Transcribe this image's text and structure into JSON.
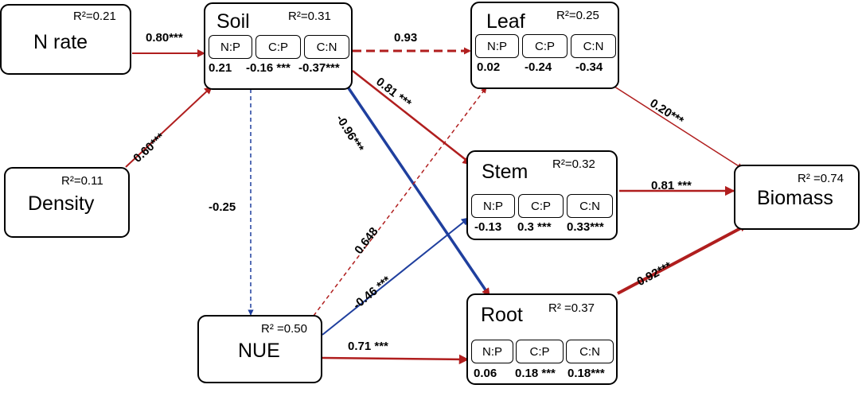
{
  "colors": {
    "positive": "#b01e1e",
    "negative": "#1f3f9e",
    "border": "#000000"
  },
  "nodes": {
    "n_rate": {
      "name": "N rate",
      "r2": "R²=0.21"
    },
    "density": {
      "name": "Density",
      "r2": "R²=0.11"
    },
    "soil": {
      "name": "Soil",
      "r2": "R²=0.31",
      "cells": [
        "N:P",
        "C:P",
        "C:N"
      ],
      "coefs": [
        "0.21",
        "-0.16 ***",
        "-0.37***"
      ]
    },
    "leaf": {
      "name": "Leaf",
      "r2": "R²=0.25",
      "cells": [
        "N:P",
        "C:P",
        "C:N"
      ],
      "coefs": [
        "0.02",
        "-0.24",
        "-0.34"
      ]
    },
    "stem": {
      "name": "Stem",
      "r2": "R²=0.32",
      "cells": [
        "N:P",
        "C:P",
        "C:N"
      ],
      "coefs": [
        "-0.13",
        "0.3 ***",
        "0.33***"
      ]
    },
    "root": {
      "name": "Root",
      "r2": "R² =0.37",
      "cells": [
        "N:P",
        "C:P",
        "C:N"
      ],
      "coefs": [
        "0.06",
        "0.18 ***",
        "0.18***"
      ]
    },
    "nue": {
      "name": "NUE",
      "r2": "R² =0.50"
    },
    "biomass": {
      "name": "Biomass",
      "r2": "R² =0.74"
    }
  },
  "paths": {
    "nrate_soil": "0.80***",
    "density_soil": "0.60***",
    "soil_leaf": "0.93",
    "soil_stem": "0.81 ***",
    "soil_root": "-0.96***",
    "soil_nue": "-0.25",
    "nue_leaf": "0.648",
    "nue_stem": "-0.46 ***",
    "nue_root": "0.71 ***",
    "leaf_biomass": "0.20***",
    "stem_biomass": "0.81 ***",
    "root_biomass": "0.92***"
  }
}
